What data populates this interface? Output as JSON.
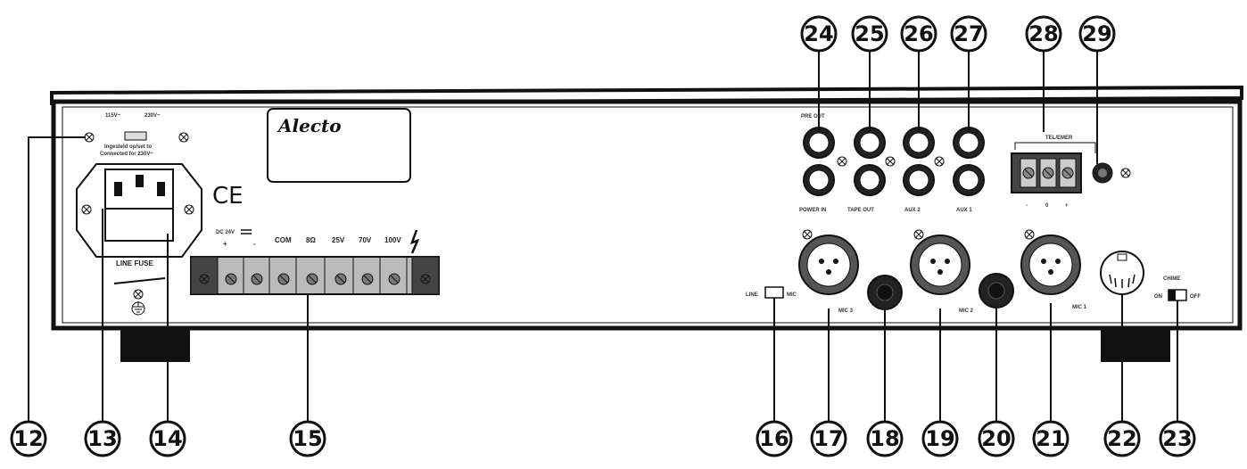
{
  "callouts": {
    "c12": "12",
    "c13": "13",
    "c14": "14",
    "c15": "15",
    "c16": "16",
    "c17": "17",
    "c18": "18",
    "c19": "19",
    "c20": "20",
    "c21": "21",
    "c22": "22",
    "c23": "23",
    "c24": "24",
    "c25": "25",
    "c26": "26",
    "c27": "27",
    "c28": "28",
    "c29": "29"
  },
  "labels": {
    "v115": "115V~",
    "v230": "230V~",
    "voltage_note": "Ingesteld op/set to",
    "voltage_note2": "Connected for 230V~",
    "line_fuse": "LINE FUSE",
    "brand": "Alecto",
    "ce": "CE",
    "dc24": "DC 24V",
    "plus": "+",
    "minus": "-",
    "com": "COM",
    "ohm8": "8Ω",
    "v25": "25V",
    "v70": "70V",
    "v100": "100V",
    "pre_out": "PRE OUT",
    "power_in": "POWER IN",
    "tape_out": "TAPE OUT",
    "aux2": "AUX 2",
    "aux1": "AUX 1",
    "tel_emer": "TEL/EMER",
    "tel_minus": "-",
    "tel_zero": "0",
    "tel_plus": "+",
    "line": "LINE",
    "mic": "MIC",
    "mic3": "MIC 3",
    "mic2": "MIC 2",
    "mic1": "MIC 1",
    "chime": "CHIME",
    "on": "ON",
    "off": "OFF"
  }
}
